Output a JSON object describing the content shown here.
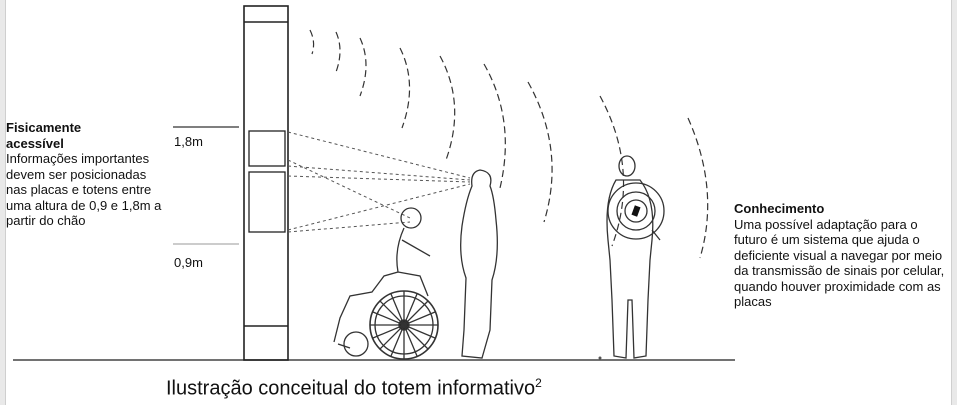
{
  "left_note": {
    "title_line1": "Fisicamente",
    "title_line2": "acessível",
    "body": "Informações importantes devem ser posicionadas nas placas e totens entre uma altura de 0,9 e 1,8m a partir do chão"
  },
  "heights": {
    "upper": "1,8m",
    "lower": "0,9m"
  },
  "right_note": {
    "title": "Conhecimento",
    "body": "Uma possível adaptação para o futuro é um sistema que ajuda o deficiente visual a navegar por meio da transmissão de sinais por celular, quando houver proximidade com as placas"
  },
  "caption": {
    "text": "Ilustração conceitual do totem informativo",
    "superscript": "2"
  }
}
